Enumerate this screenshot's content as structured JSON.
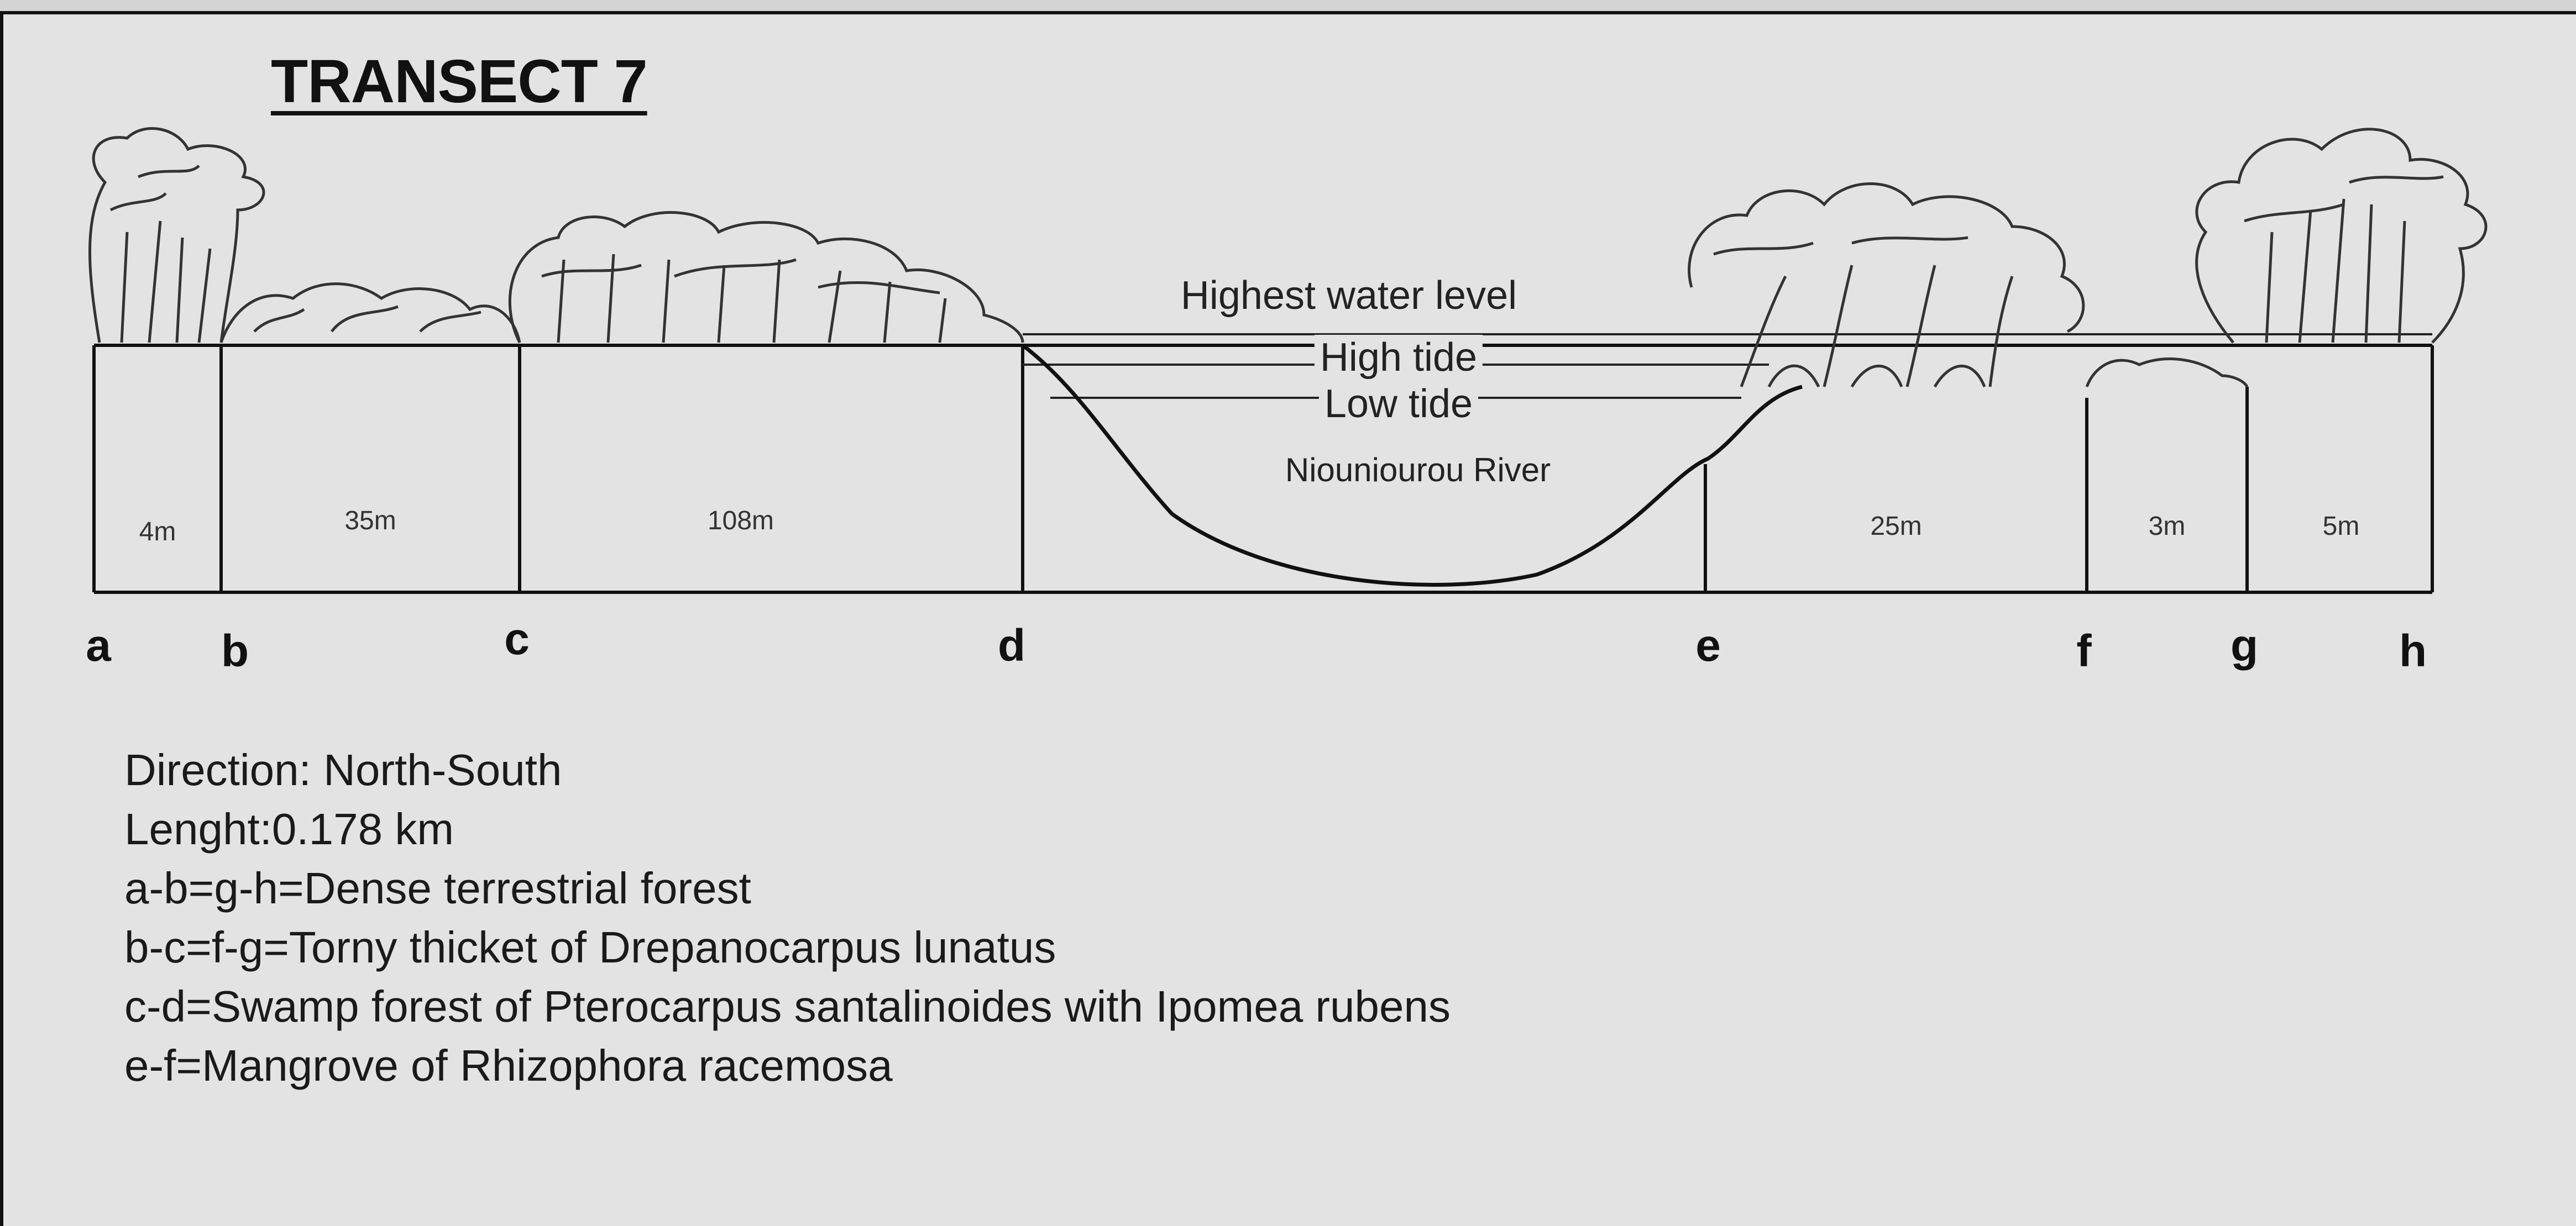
{
  "title": "TRANSECT 7",
  "water_levels": {
    "highest": "Highest water level",
    "high_tide": "High tide",
    "low_tide": "Low tide"
  },
  "river_label": "Niouniourou River",
  "points": [
    "a",
    "b",
    "c",
    "d",
    "e",
    "f",
    "g",
    "h"
  ],
  "distances": {
    "a_b": "4m",
    "b_c": "35m",
    "c_d": "108m",
    "e_f": "25m",
    "f_g": "3m",
    "g_h": "5m"
  },
  "legend": {
    "direction": "Direction: North-South",
    "length": "Lenght:0.178 km",
    "ab_gh": "a-b=g-h=Dense terrestrial forest",
    "bc_fg": "b-c=f-g=Torny thicket of Drepanocarpus lunatus",
    "cd": "c-d=Swamp forest of Pterocarpus santalinoides with Ipomea rubens",
    "ef": "e-f=Mangrove of Rhizophora racemosa"
  },
  "colors": {
    "ink": "#111111",
    "paper": "#e3e3e3",
    "page": "#d4d4d4",
    "vegetation": "#3a3a3a"
  }
}
